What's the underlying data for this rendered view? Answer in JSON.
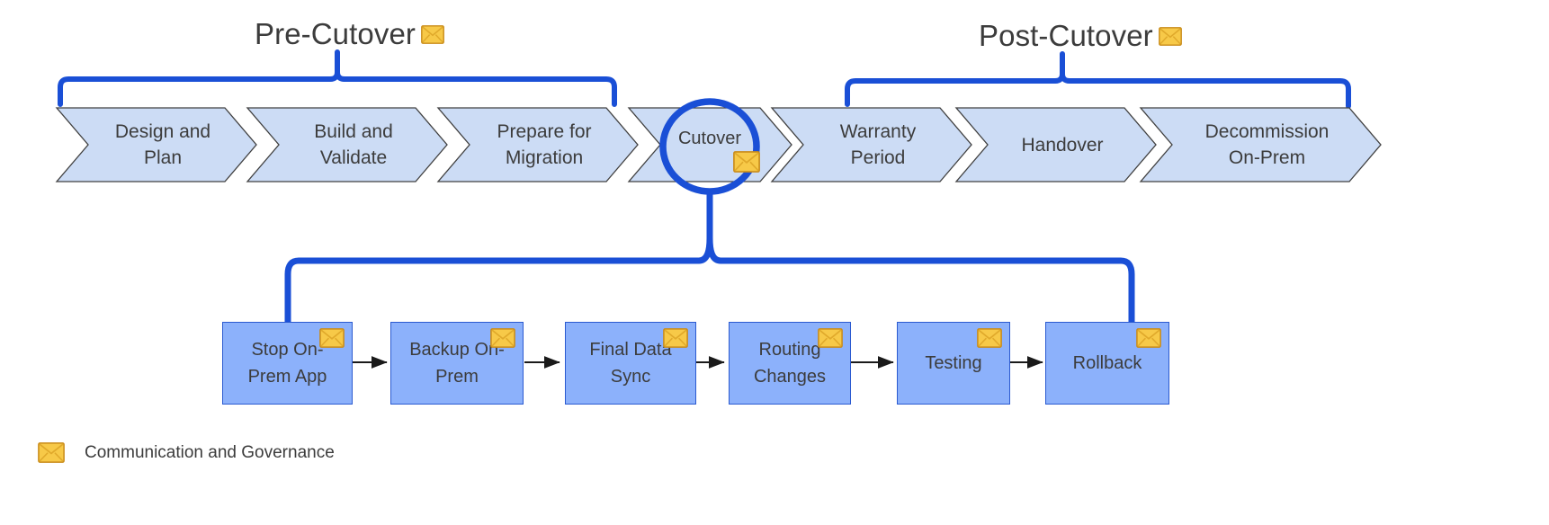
{
  "diagram": {
    "title_pre": "Pre-Cutover",
    "title_post": "Post-Cutover",
    "icon_name": "envelope-icon",
    "colors": {
      "brace_blue": "#1a4fd6",
      "chevron_fill": "#ccdcf5",
      "chevron_stroke": "#404040",
      "task_fill": "#8cb1fb",
      "task_stroke": "#2b5ad0",
      "envelope_yellow": "#f2b632",
      "text": "#3c3c3c"
    }
  },
  "phases": {
    "pre": {
      "label": "Pre-Cutover",
      "steps": [
        {
          "label": "Design and\nPlan",
          "line1": "Design and",
          "line2": "Plan"
        },
        {
          "label": "Build and\nValidate",
          "line1": "Build and",
          "line2": "Validate"
        },
        {
          "label": "Prepare for\nMigration",
          "line1": "Prepare for",
          "line2": "Migration"
        }
      ]
    },
    "cutover": {
      "label": "Cutover"
    },
    "post": {
      "label": "Post-Cutover",
      "steps": [
        {
          "label": "Warranty\nPeriod",
          "line1": "Warranty",
          "line2": "Period"
        },
        {
          "label": "Handover",
          "line1": "Handover",
          "line2": ""
        },
        {
          "label": "Decommission\nOn-Prem",
          "line1": "Decommission",
          "line2": "On-Prem"
        }
      ]
    }
  },
  "cutover_tasks": [
    {
      "label": "Stop On-Prem App",
      "line1": "Stop On-",
      "line2": "Prem App"
    },
    {
      "label": "Backup On-Prem",
      "line1": "Backup On-",
      "line2": "Prem"
    },
    {
      "label": "Final Data Sync",
      "line1": "Final Data",
      "line2": "Sync"
    },
    {
      "label": "Routing Changes",
      "line1": "Routing",
      "line2": "Changes"
    },
    {
      "label": "Testing",
      "line1": "Testing",
      "line2": ""
    },
    {
      "label": "Rollback",
      "line1": "Rollback",
      "line2": ""
    }
  ],
  "legend": {
    "icon": "envelope-icon",
    "text": "Communication and Governance"
  }
}
